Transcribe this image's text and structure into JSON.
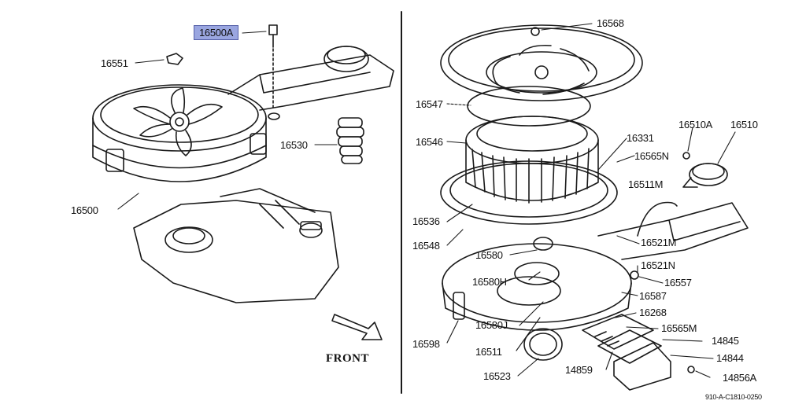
{
  "labels": {
    "p16500A": "16500A",
    "p16551": "16551",
    "p16500": "16500",
    "p16530": "16530",
    "front": "FRONT",
    "p16568": "16568",
    "p16547": "16547",
    "p16546": "16546",
    "p16331": "16331",
    "p16565N": "16565N",
    "p16510A": "16510A",
    "p16510": "16510",
    "p16511M": "16511M",
    "p16536": "16536",
    "p16548": "16548",
    "p16521M": "16521M",
    "p16580": "16580",
    "p16521N": "16521N",
    "p16580H": "16580H",
    "p16557": "16557",
    "p16587": "16587",
    "p16268": "16268",
    "p16580J": "16580J",
    "p16565M": "16565M",
    "p16598": "16598",
    "p14845": "14845",
    "p16511": "16511",
    "p14844": "14844",
    "p14859": "14859",
    "p16523": "16523",
    "p14856A": "14856A",
    "figure_code": "910-A-C1810-0250"
  },
  "colors": {
    "highlight": "#9aa6e0",
    "line": "#1a1a1a"
  }
}
